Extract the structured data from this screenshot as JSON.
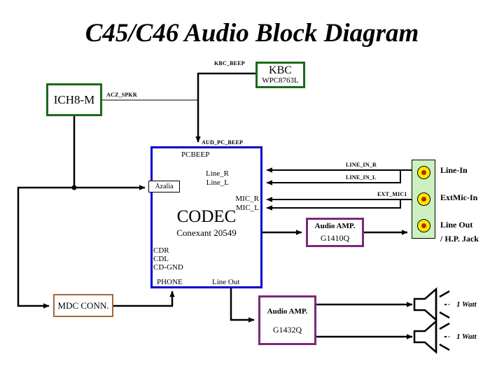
{
  "title": "C45/C46 Audio Block Diagram",
  "blocks": {
    "ich8m": {
      "label": "ICH8-M",
      "border_color": "#1a6b1a"
    },
    "kbc": {
      "label": "KBC",
      "sublabel": "WPC8763L",
      "border_color": "#1a6b1a"
    },
    "codec": {
      "label": "CODEC",
      "sublabel": "Conexant 20549",
      "border_color": "#0000cc"
    },
    "azalia": {
      "label": "Azalia"
    },
    "audio_amp_top": {
      "label": "Audio AMP.",
      "sublabel": "G1410Q",
      "border_color": "#7a2a7a"
    },
    "audio_amp_bottom": {
      "label": "Audio AMP.",
      "sublabel": "G1432Q",
      "border_color": "#7a2a7a"
    },
    "mdc": {
      "label": "MDC CONN.",
      "border_color": "#a06a3c"
    }
  },
  "signals": {
    "kbc_beep": "KBC_BEEP",
    "acz_spkr": "ACZ_SPKR",
    "aud_pc_beep": "AUD_PC_BEEP",
    "line_in_r": "LINE_IN_R",
    "line_in_l": "LINE_IN_L",
    "ext_mic1": "EXT_MIC1"
  },
  "codec_pins": {
    "pcbeep": "PCBEEP",
    "line_r": "Line_R",
    "line_l": "Line_L",
    "mic_r": "MIC_R",
    "mic_l": "MIC_L",
    "cdr": "CDR",
    "cdl": "CDL",
    "cd_gnd": "CD-GND",
    "phone": "PHONE",
    "line_out": "Line Out"
  },
  "jack_panel": {
    "fill_color": "#cdf0c0",
    "jack_color": "#ffe800",
    "jacks": [
      {
        "label": "Line-In"
      },
      {
        "label": "ExtMic-In"
      },
      {
        "label": "Line Out",
        "label2": "/ H.P. Jack"
      }
    ]
  },
  "speakers": [
    {
      "power": "1 Watt"
    },
    {
      "power": "1 Watt"
    }
  ]
}
